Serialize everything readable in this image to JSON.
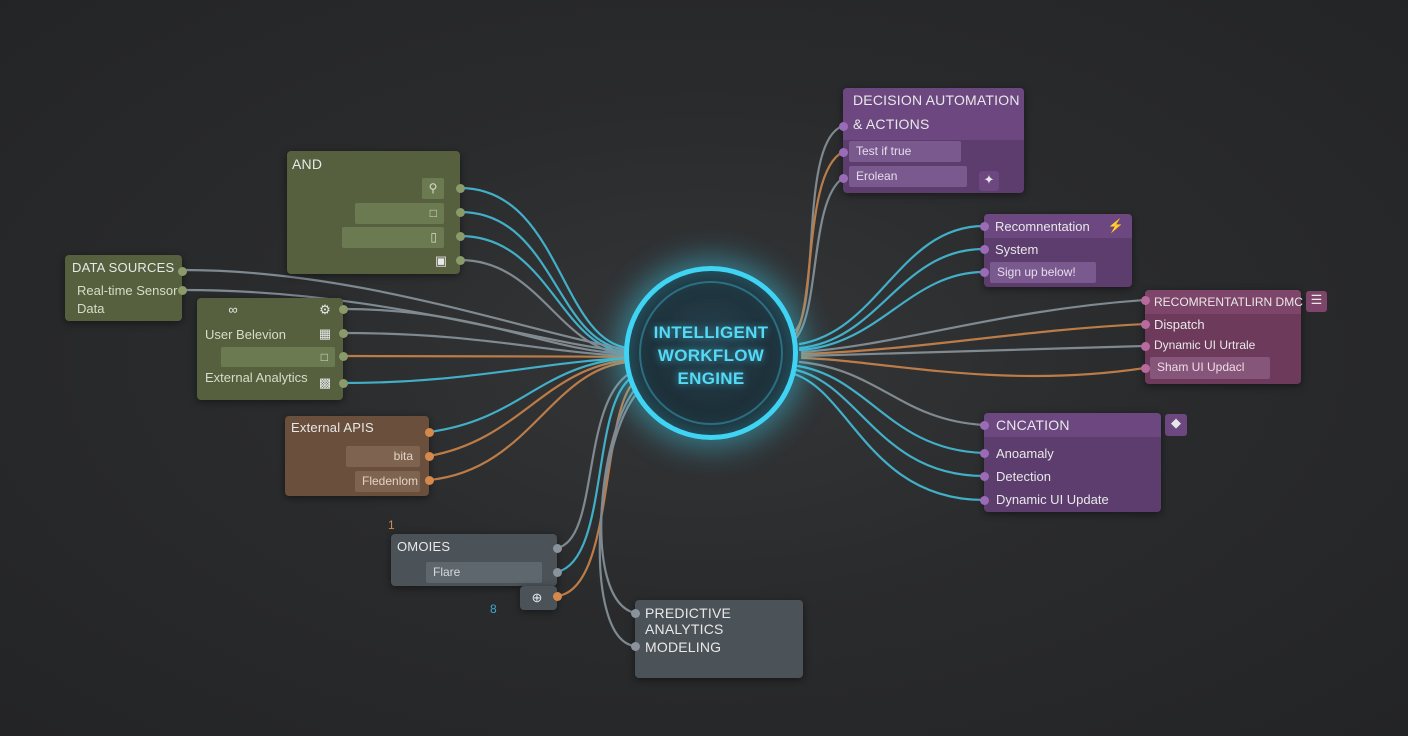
{
  "hub": {
    "lines": [
      "INTELLIGENT",
      "WORKFLOW",
      "ENGINE"
    ]
  },
  "and_node": {
    "title": "AND",
    "icons": [
      "search-icon",
      "lock-icon",
      "document-icon",
      "image-icon"
    ]
  },
  "data_sources": {
    "title": "DATA SOURCES",
    "line1": "Real-time Sensor",
    "line2": "Data"
  },
  "user_node": {
    "label1": "User Belevion",
    "label2": "External Analytics",
    "icons": [
      "link-icon",
      "gear-icon",
      "chart-icon",
      "lock-icon",
      "bar-chart-icon"
    ]
  },
  "external_apis": {
    "title": "External APIS",
    "field1": "bita",
    "field2": "Fledenlom"
  },
  "omoies": {
    "title": "OMOIES",
    "field": "Flare",
    "marks": [
      "1",
      "8"
    ]
  },
  "predictive": {
    "line1": "PREDICTIVE ANALYTICS",
    "line2": "MODELING"
  },
  "decision": {
    "line1": "DECISION AUTOMATION",
    "line2": "& ACTIONS",
    "field1": "Test if true",
    "field2": "Erolean"
  },
  "recommendation": {
    "label1": "Recomnentation",
    "label2": "System",
    "field": "Sign up below!"
  },
  "reco_dmc": {
    "title": "RECOMRENTATLIRN DMC",
    "label1": "Dispatch",
    "label2": "Dynamic UI Urtrale",
    "field": "Sham UI Updacl"
  },
  "cncation": {
    "title": "CNCATION",
    "label1": "Anoamaly",
    "label2": "Detection",
    "label3": "Dynamic UI Update"
  },
  "colors": {
    "cyan": "#3fd4f4",
    "orange": "#d58a4c",
    "gray": "#8e9aa2",
    "green_node": "#56603f",
    "purple_node": "#5c3d6e",
    "plum_node": "#6e3a5c",
    "brown_node": "#6a503c",
    "slate_node": "#4b5258"
  }
}
